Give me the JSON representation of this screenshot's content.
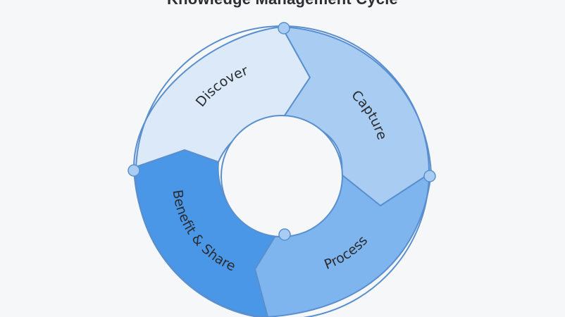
{
  "diagram": {
    "title": "Knowledge Management Cycle",
    "stages": [
      {
        "label": "Discover",
        "fill": "#dbe9f8"
      },
      {
        "label": "Capture",
        "fill": "#a9cdf2"
      },
      {
        "label": "Process",
        "fill": "#7fb5ee"
      },
      {
        "label": "Benefit & Share",
        "fill": "#4a97e8"
      }
    ],
    "outline_color": "#5a8fcf",
    "label_color": "#2a2d31"
  }
}
